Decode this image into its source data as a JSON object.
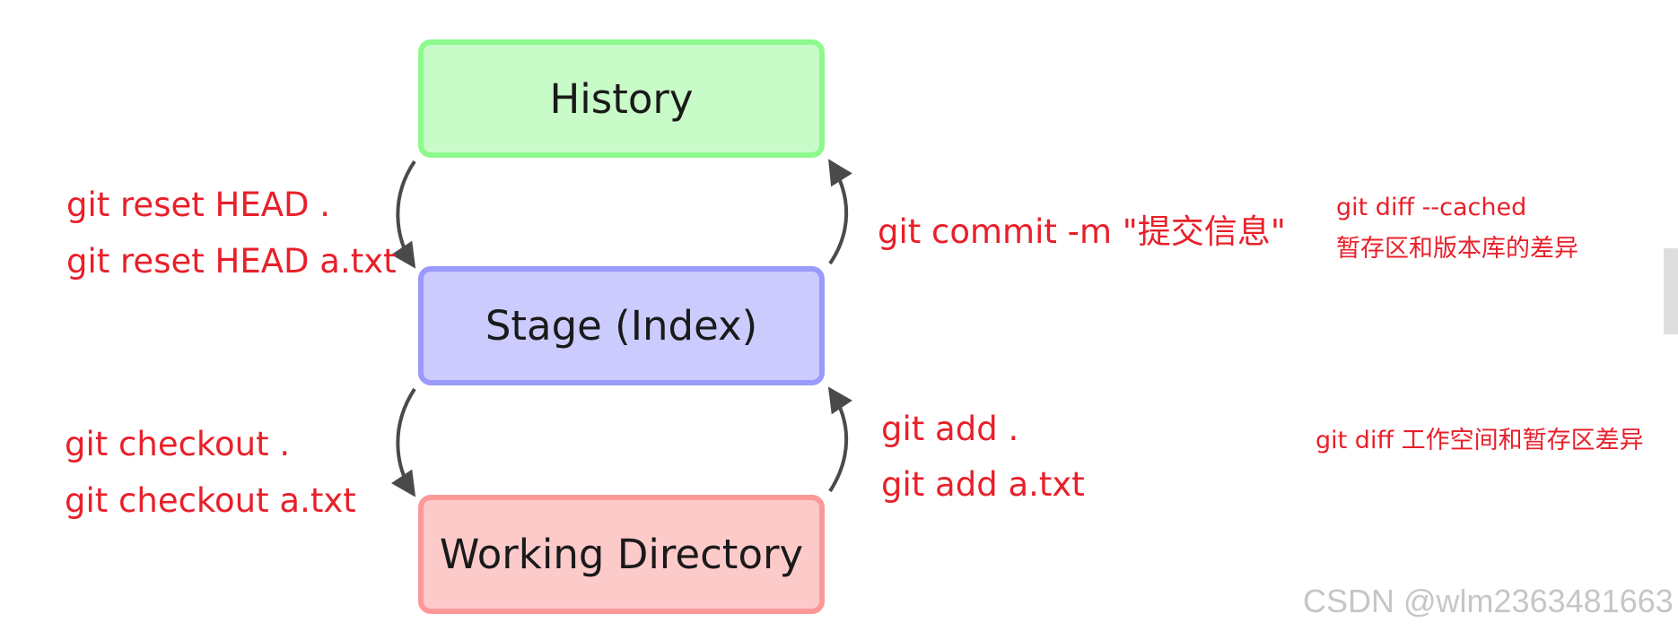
{
  "boxes": {
    "history": "History",
    "stage": "Stage (Index)",
    "working": "Working Directory"
  },
  "commands": {
    "reset_all": "git reset HEAD .",
    "reset_file": "git reset HEAD a.txt",
    "checkout_all": "git checkout .",
    "checkout_file": "git checkout a.txt",
    "commit": "git commit -m \"提交信息\"",
    "add_all": "git add .",
    "add_file": "git add a.txt"
  },
  "notes": {
    "diff_cached_cmd": "git diff --cached",
    "diff_cached_desc": "暂存区和版本库的差异",
    "diff_worktree": "git diff 工作空间和暂存区差异"
  },
  "watermark": "CSDN @wlm2363481663",
  "colors": {
    "command_text": "#e8202a",
    "history_fill": "#c8fbc8",
    "history_border": "#8cfa8c",
    "stage_fill": "#cbcbfd",
    "stage_border": "#9a9afd",
    "working_fill": "#fdcaca",
    "working_border": "#fd9898",
    "arrow": "#4a4a4a"
  }
}
